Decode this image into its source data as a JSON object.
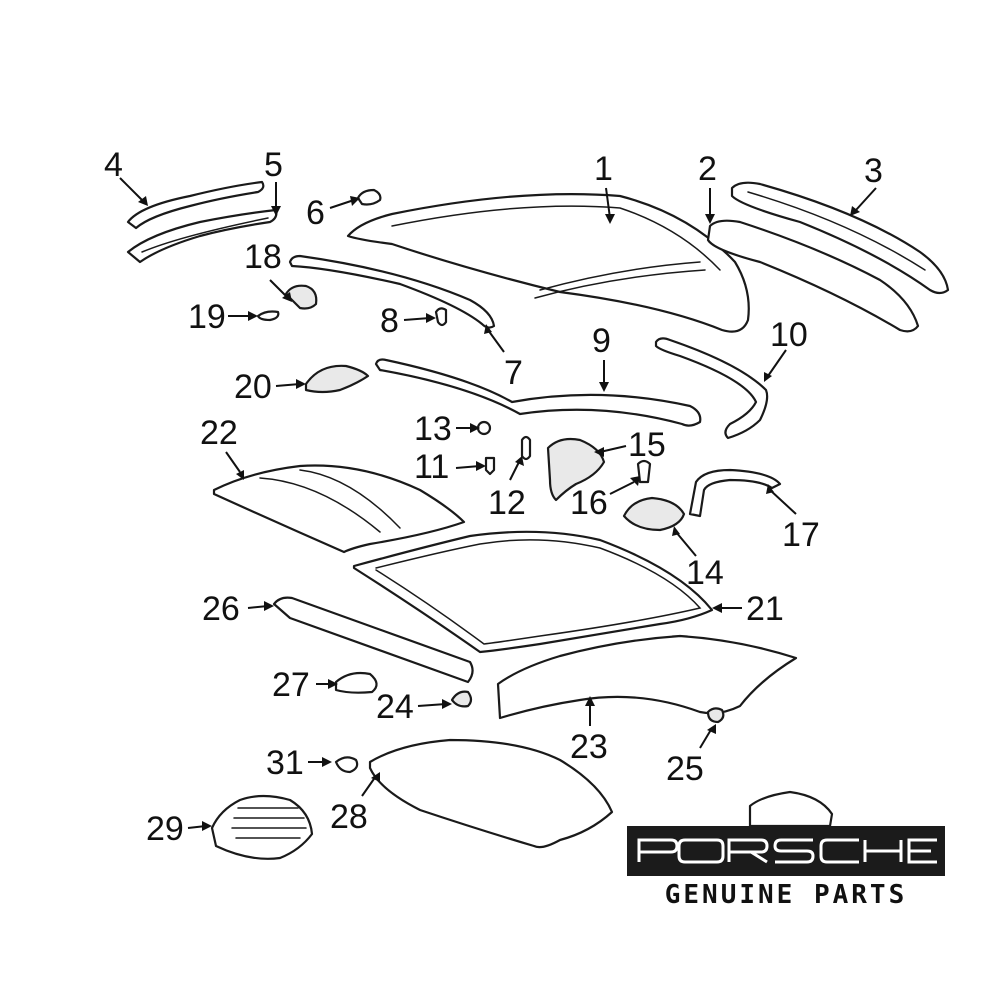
{
  "callouts": [
    {
      "id": "1",
      "label": "1"
    },
    {
      "id": "2",
      "label": "2"
    },
    {
      "id": "3",
      "label": "3"
    },
    {
      "id": "4",
      "label": "4"
    },
    {
      "id": "5",
      "label": "5"
    },
    {
      "id": "6",
      "label": "6"
    },
    {
      "id": "7",
      "label": "7"
    },
    {
      "id": "8",
      "label": "8"
    },
    {
      "id": "9",
      "label": "9"
    },
    {
      "id": "10",
      "label": "10"
    },
    {
      "id": "11",
      "label": "11"
    },
    {
      "id": "12",
      "label": "12"
    },
    {
      "id": "13",
      "label": "13"
    },
    {
      "id": "14",
      "label": "14"
    },
    {
      "id": "15",
      "label": "15"
    },
    {
      "id": "16",
      "label": "16"
    },
    {
      "id": "17",
      "label": "17"
    },
    {
      "id": "18",
      "label": "18"
    },
    {
      "id": "19",
      "label": "19"
    },
    {
      "id": "20",
      "label": "20"
    },
    {
      "id": "21",
      "label": "21"
    },
    {
      "id": "22",
      "label": "22"
    },
    {
      "id": "23",
      "label": "23"
    },
    {
      "id": "24",
      "label": "24"
    },
    {
      "id": "25",
      "label": "25"
    },
    {
      "id": "26",
      "label": "26"
    },
    {
      "id": "27",
      "label": "27"
    },
    {
      "id": "28",
      "label": "28"
    },
    {
      "id": "29",
      "label": "29"
    },
    {
      "id": "31",
      "label": "31"
    }
  ],
  "brand": {
    "wordmark": "PORSCHE",
    "subline": "GENUINE PARTS"
  },
  "colors": {
    "ink": "#111111",
    "brand_box": "#1b1b1b",
    "background": "#ffffff"
  }
}
